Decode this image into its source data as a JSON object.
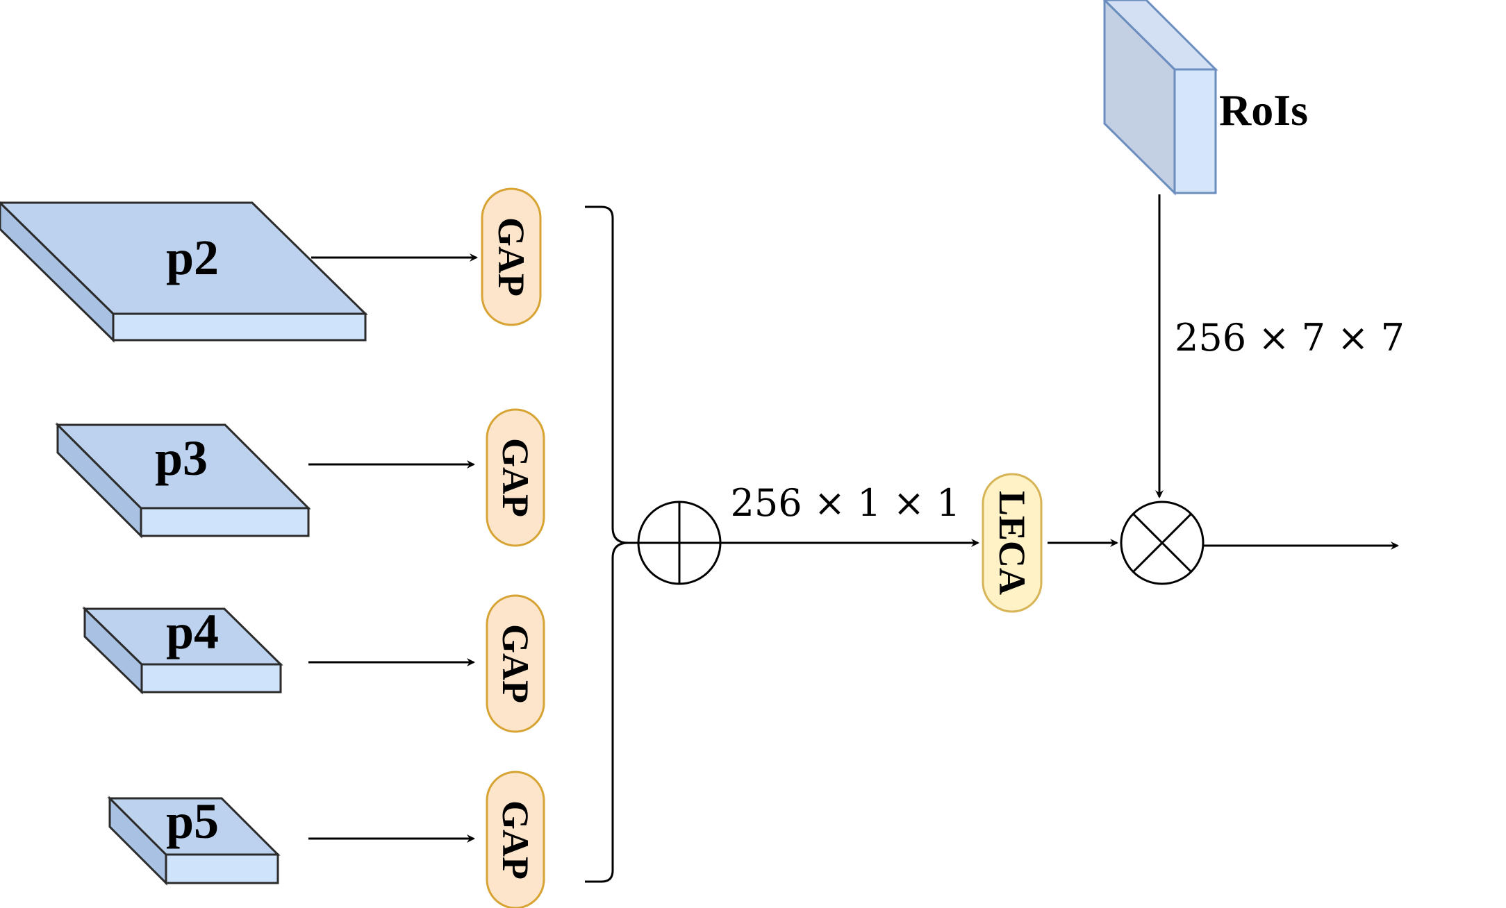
{
  "blocks": {
    "p2": "p2",
    "p3": "p3",
    "p4": "p4",
    "p5": "p5",
    "rois": "RoIs"
  },
  "gap_label": "GAP",
  "leca_label": "LECA",
  "dims": {
    "pooled": "256 × 1 × 1",
    "roi": "256 × 7 × 7"
  },
  "operators": {
    "sum": "add-circle-icon",
    "product": "multiply-circle-icon"
  },
  "colors": {
    "feature_block": "#bcd2ee",
    "gap_fill": "#fde5cc",
    "gap_stroke": "#d7a333",
    "leca_fill": "#fff2c7",
    "roi_stroke": "#6c8ebf"
  }
}
